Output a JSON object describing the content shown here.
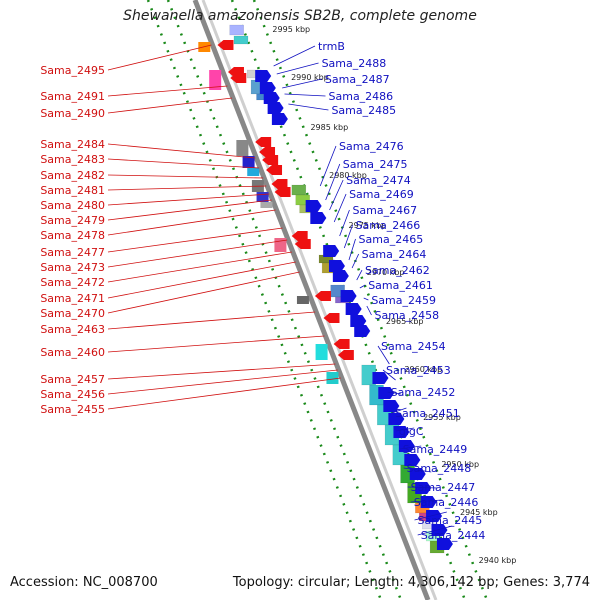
{
  "title": "Shewanella amazonensis SB2B, complete genome",
  "accession": "Accession: NC_008700",
  "stats": "Topology: circular; Length: 4,306,142 bp; Genes: 3,774",
  "colors": {
    "reverse_label": "#d01010",
    "forward_label": "#1010c0",
    "tick": "#1a8a1a",
    "backbone": "#888888"
  },
  "kbp_marks": [
    "2995 kbp",
    "2990 kbp",
    "2985 kbp",
    "2980 kbp",
    "2975 kbp",
    "2970 kbp",
    "2965 kbp",
    "2960 kbp",
    "2955 kbp",
    "2950 kbp",
    "2945 kbp",
    "2940 kbp"
  ],
  "reverse_genes": [
    "Sama_2495",
    "Sama_2491",
    "Sama_2490",
    "Sama_2484",
    "Sama_2483",
    "Sama_2482",
    "Sama_2481",
    "Sama_2480",
    "Sama_2479",
    "Sama_2478",
    "Sama_2477",
    "Sama_2473",
    "Sama_2472",
    "Sama_2471",
    "Sama_2470",
    "Sama_2463",
    "Sama_2460",
    "Sama_2457",
    "Sama_2456",
    "Sama_2455"
  ],
  "forward_genes": [
    "trmB",
    "Sama_2488",
    "Sama_2487",
    "Sama_2486",
    "Sama_2485",
    "Sama_2476",
    "Sama_2475",
    "Sama_2474",
    "Sama_2469",
    "Sama_2467",
    "Sama_2466",
    "Sama_2465",
    "Sama_2464",
    "Sama_2462",
    "Sama_2461",
    "Sama_2459",
    "Sama_2458",
    "Sama_2454",
    "Sama_2453",
    "Sama_2452",
    "Sama_2451",
    "glgC",
    "Sama_2449",
    "Sama_2448",
    "Sama_2447",
    "Sama_2446",
    "Sama_2445",
    "Sama_2444"
  ]
}
